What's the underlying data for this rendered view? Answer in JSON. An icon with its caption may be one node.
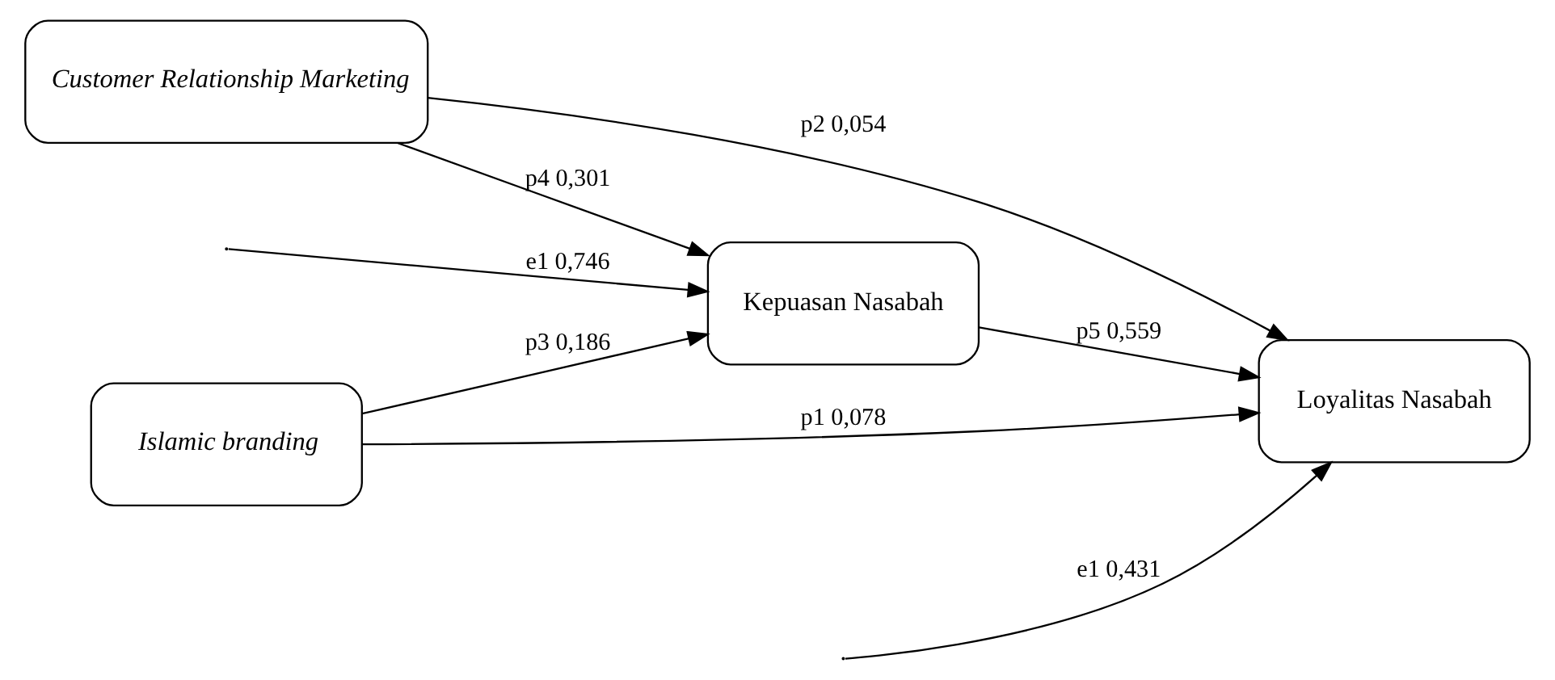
{
  "diagram": {
    "nodes": [
      {
        "text": [
          "Islamic branding"
        ]
      },
      {
        "text": [
          "Customer Relationship Marketing"
        ]
      },
      {
        "text": [
          "Kepuasan Nasabah"
        ]
      },
      {
        "text": [
          "Loyalitas Nasabah"
        ]
      }
    ],
    "edges": [
      {
        "from": 0,
        "to": 3,
        "arrow": "to",
        "label": "p1 0,078"
      },
      {
        "from": 1,
        "to": 3,
        "arrow": "to",
        "label": "p2 0,054"
      },
      {
        "from": 0,
        "to": 2,
        "arrow": "to",
        "label": "p3 0,186"
      },
      {
        "from": 1,
        "to": 2,
        "arrow": "to",
        "label": "p4 0,301"
      },
      {
        "from": 2,
        "to": 3,
        "arrow": "to",
        "label": "p5 0,559"
      },
      {
        "from": null,
        "to": 2,
        "arrow": "to",
        "label": "e1 0,746"
      },
      {
        "from": null,
        "to": 3,
        "arrow": "to",
        "label": "e1 0,431"
      }
    ]
  }
}
